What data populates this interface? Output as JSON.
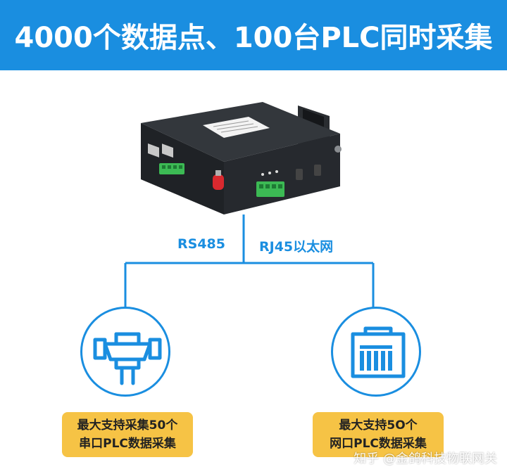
{
  "header": {
    "title": "4000个数据点、100台PLC同时采集"
  },
  "connections": {
    "left_label": "RS485",
    "right_label": "RJ45以太网"
  },
  "left_box": {
    "line1": "最大支持采集50个",
    "line2": "串口PLC数据采集",
    "icon": "serial-db9-connector-icon"
  },
  "right_box": {
    "line1": "最大支持5O个",
    "line2": "网口PLC数据采集",
    "icon": "rj45-port-icon"
  },
  "watermark": "知乎 @金鸽科技物联网关",
  "colors": {
    "accent": "#1a8ee0",
    "caption_bg": "#f6c345",
    "device_body": "#1f2226",
    "terminal_green": "#3cba54",
    "antenna_red": "#d9292f"
  }
}
